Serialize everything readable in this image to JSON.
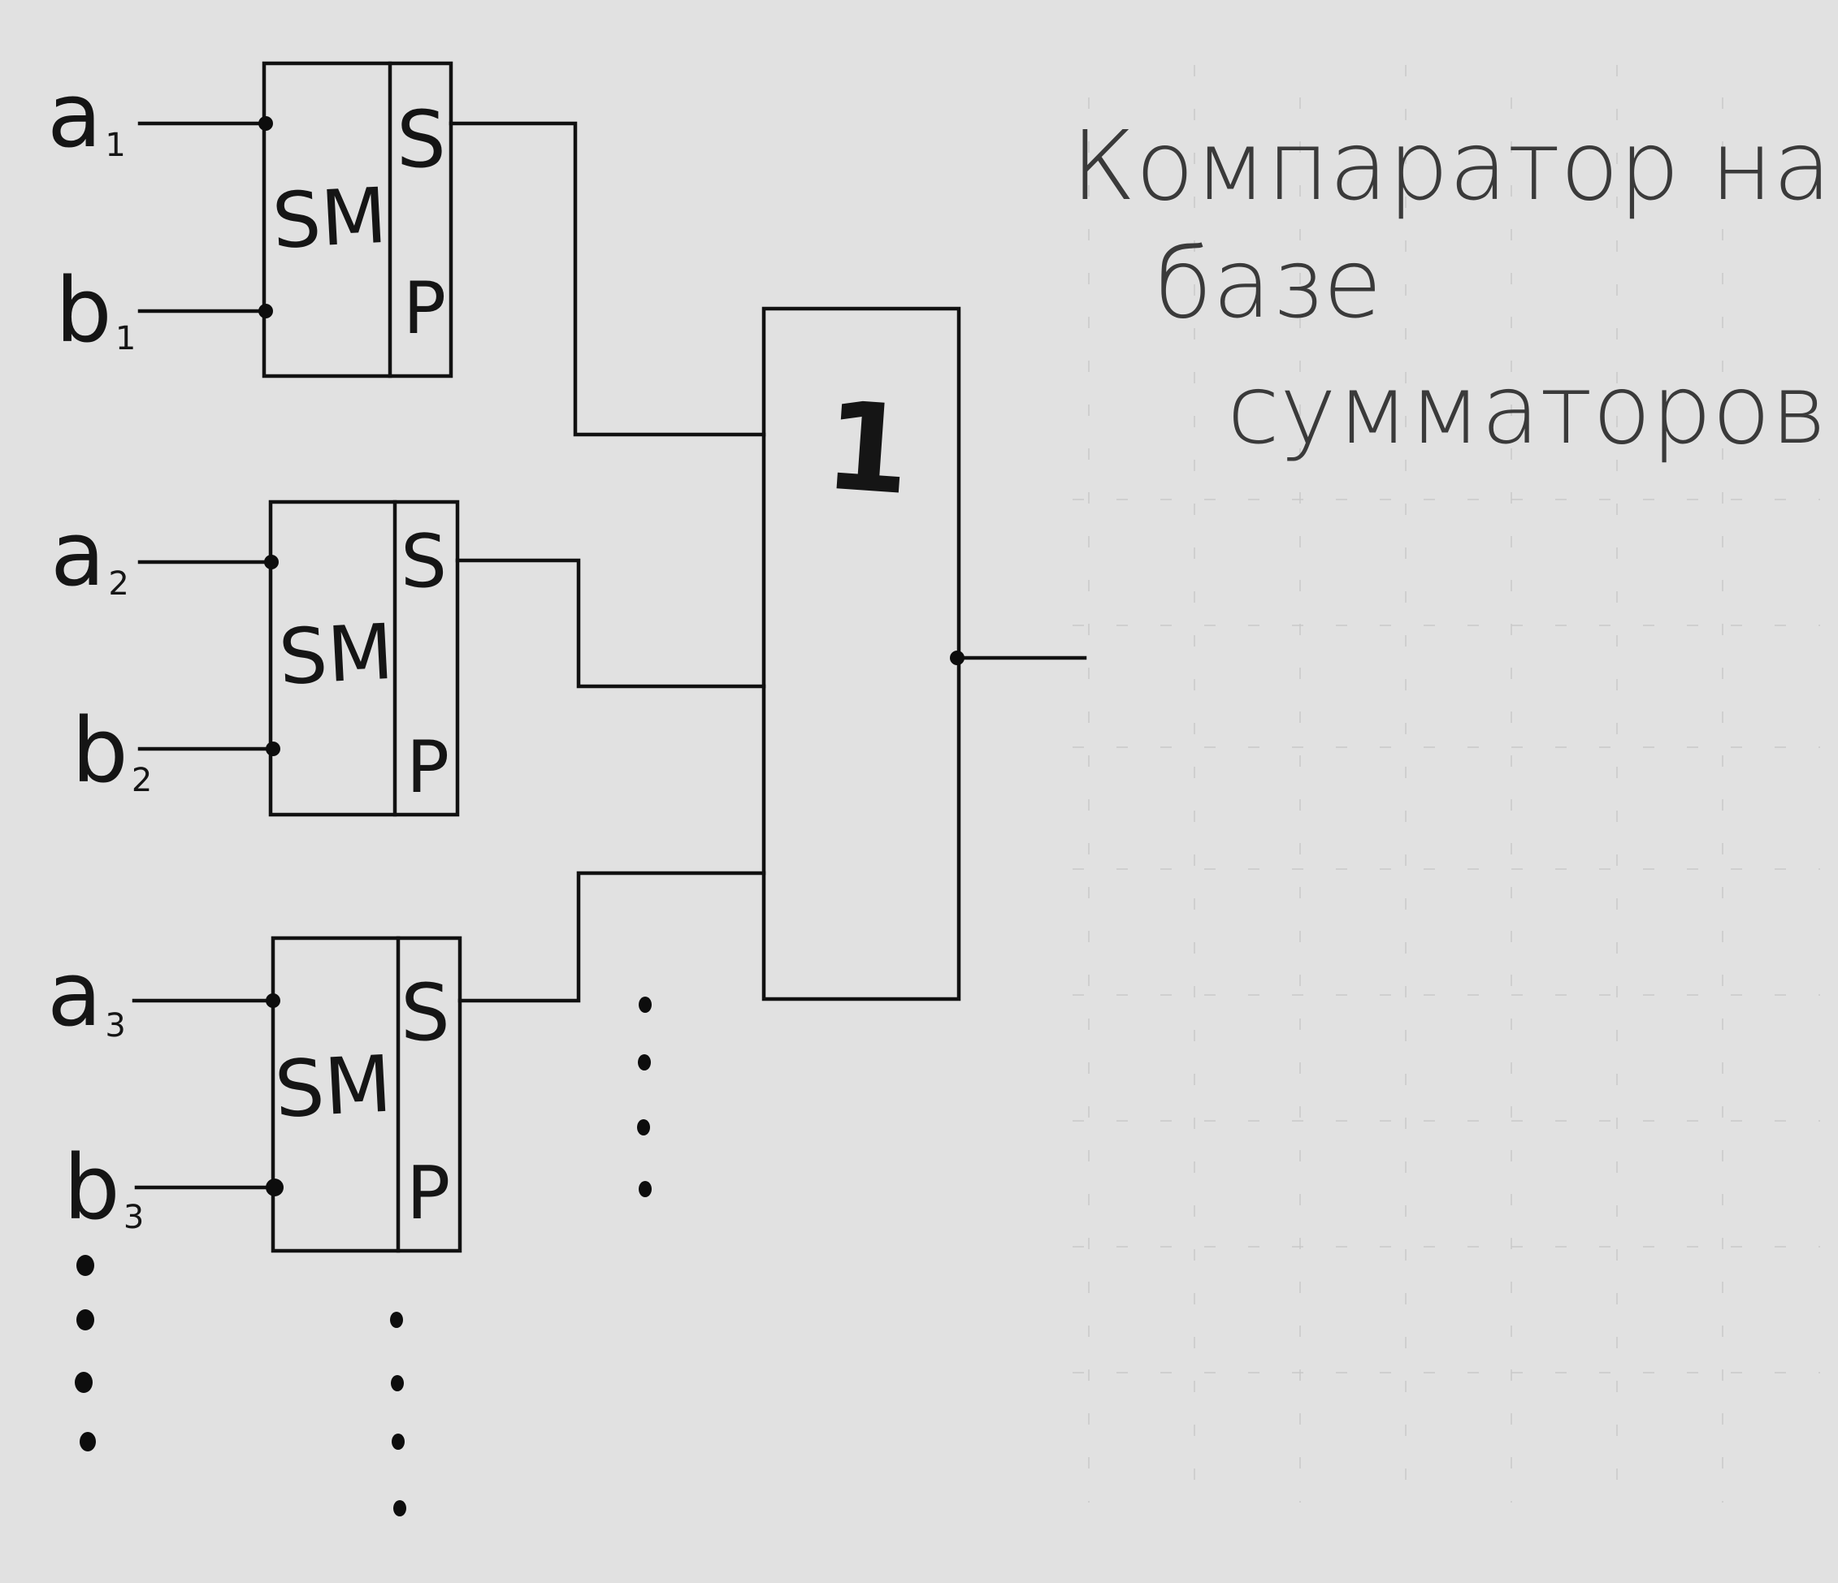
{
  "title": {
    "line1": "Компаратор на",
    "line2": "базе",
    "line3": "сумматоров"
  },
  "adders": [
    {
      "block_label": "SM",
      "sum_label": "S",
      "carry_label": "P",
      "input_a": {
        "letter": "a",
        "index": "1"
      },
      "input_b": {
        "letter": "b",
        "index": "1"
      }
    },
    {
      "block_label": "SM",
      "sum_label": "S",
      "carry_label": "P",
      "input_a": {
        "letter": "a",
        "index": "2"
      },
      "input_b": {
        "letter": "b",
        "index": "2"
      }
    },
    {
      "block_label": "SM",
      "sum_label": "S",
      "carry_label": "P",
      "input_a": {
        "letter": "a",
        "index": "3"
      },
      "input_b": {
        "letter": "b",
        "index": "3"
      }
    }
  ],
  "or_gate": {
    "label": "1"
  },
  "colors": {
    "ink": "#111111",
    "paper": "#e1e1e1",
    "title_ink": "#3a3a3a"
  }
}
